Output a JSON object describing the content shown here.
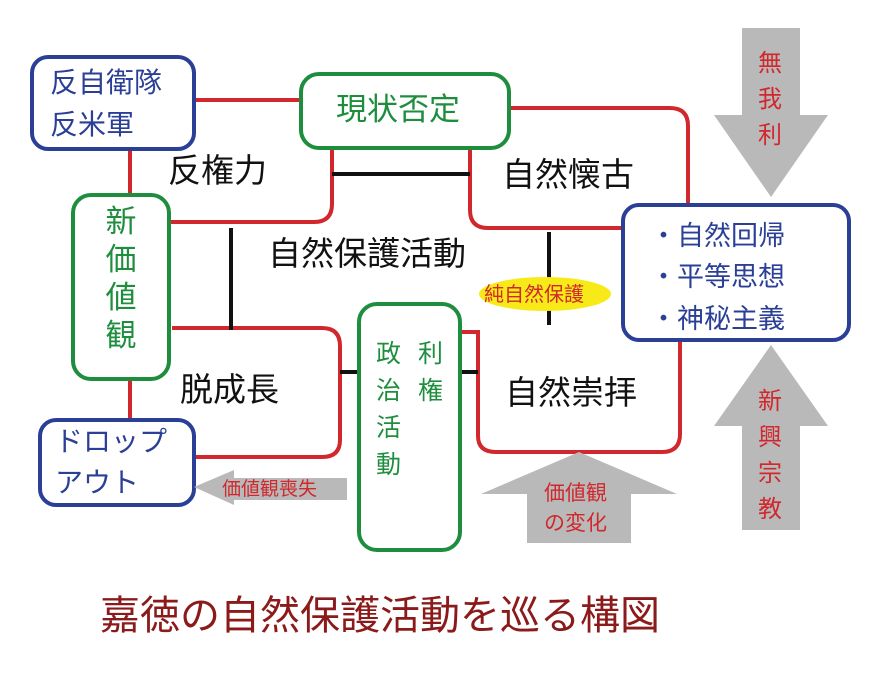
{
  "title": "嘉徳の自然保護活動を巡る構図",
  "nodes": {
    "anti_self_defense": "反自衛隊",
    "anti_us_military": "反米軍",
    "status_quo_denial": "現状否定",
    "anti_power": "反権力",
    "nature_nostalgia": "自然懐古",
    "new_values": "新価値観",
    "nature_conservation": "自然保護活動",
    "pure_conservation": "純自然保護",
    "degrowth": "脱成長",
    "interest_politics_line1": "利権",
    "interest_politics_line2": "政治活動",
    "nature_worship": "自然崇拝",
    "dropout_line1": "ドロップ",
    "dropout_line2": "アウト",
    "loss_of_values": "価値観喪失",
    "values_change_line1": "価値観",
    "values_change_line2": "の変化",
    "selflessness": "無我利",
    "new_religion": "新興宗教",
    "ideals": [
      "・自然回帰",
      "・平等思想",
      "・神秘主義"
    ]
  },
  "colors": {
    "red_frame": "#d0282d",
    "blue_frame": "#2b3f97",
    "green_frame": "#1e8e3e",
    "title_color": "#8b1a1a",
    "arrow_gray": "#b9b9b9",
    "highlight_yellow": "#f7ea18"
  }
}
